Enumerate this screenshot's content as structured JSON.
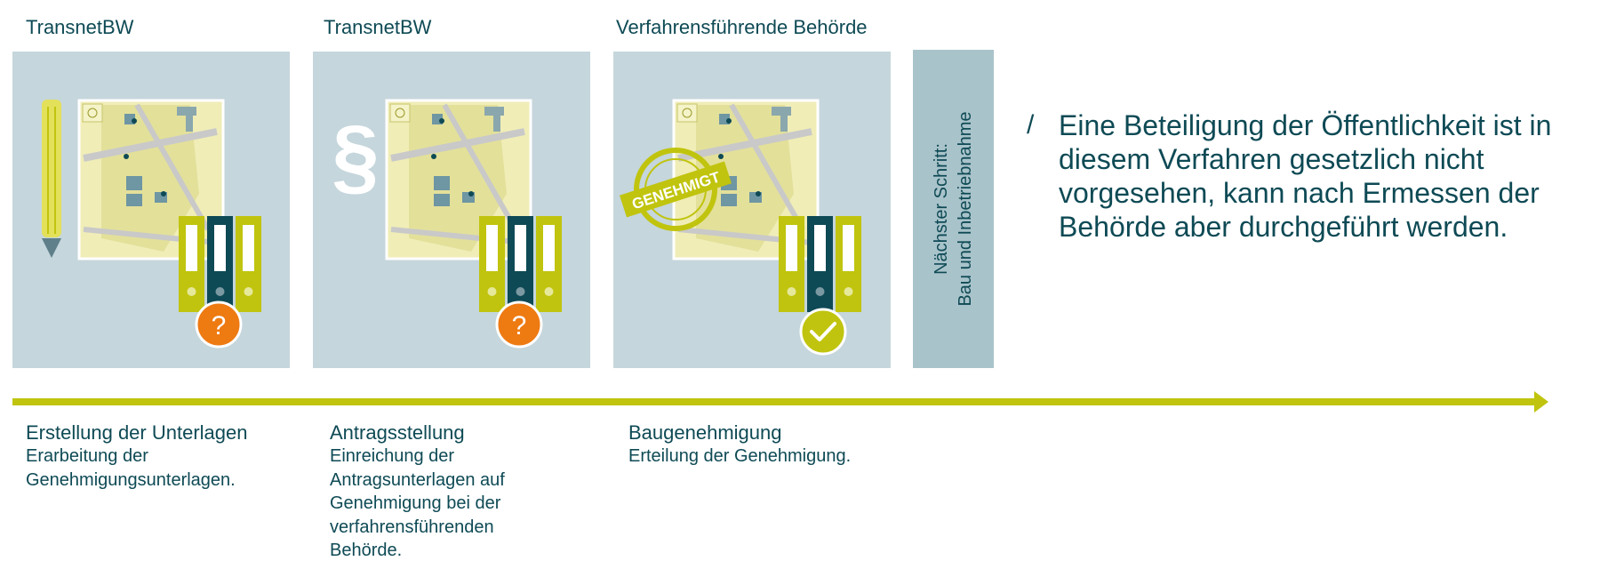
{
  "colors": {
    "panel_bg": "#c5d6dc",
    "next_step_bg": "#a9c3ca",
    "accent_green": "#c0c40e",
    "teal_dark": "#0e4a55",
    "orange": "#ee7a12"
  },
  "actors": [
    "TransnetBW",
    "TransnetBW",
    "Verfahrensführende Behörde"
  ],
  "panels": [
    {
      "icon": "pencil-icon",
      "badge": "question-icon",
      "badge_text": "?"
    },
    {
      "icon": "paragraph-icon",
      "icon_text": "§",
      "badge": "question-icon",
      "badge_text": "?"
    },
    {
      "icon": "approved-stamp-icon",
      "stamp_text": "GENEHMIGT",
      "badge": "check-icon"
    }
  ],
  "next_step": {
    "line1": "Nächster Schritt:",
    "line2": "Bau und Inbetriebnahme"
  },
  "note": {
    "slash": "/",
    "text": "Eine Beteiligung der Öffentlichkeit ist in diesem Verfahren gesetzlich nicht vorgesehen, kann nach Ermessen der Behörde aber durchgeführt werden."
  },
  "steps": [
    {
      "title": "Erstellung der Unterlagen",
      "desc": "Erarbeitung der\nGenehmigungsunterlagen."
    },
    {
      "title": "Antragsstellung",
      "desc": "Einreichung der\nAntragsunterlagen auf\nGenehmigung bei der\nverfahrensführenden\nBehörde."
    },
    {
      "title": "Baugenehmigung",
      "desc": "Erteilung der Genehmigung."
    }
  ]
}
